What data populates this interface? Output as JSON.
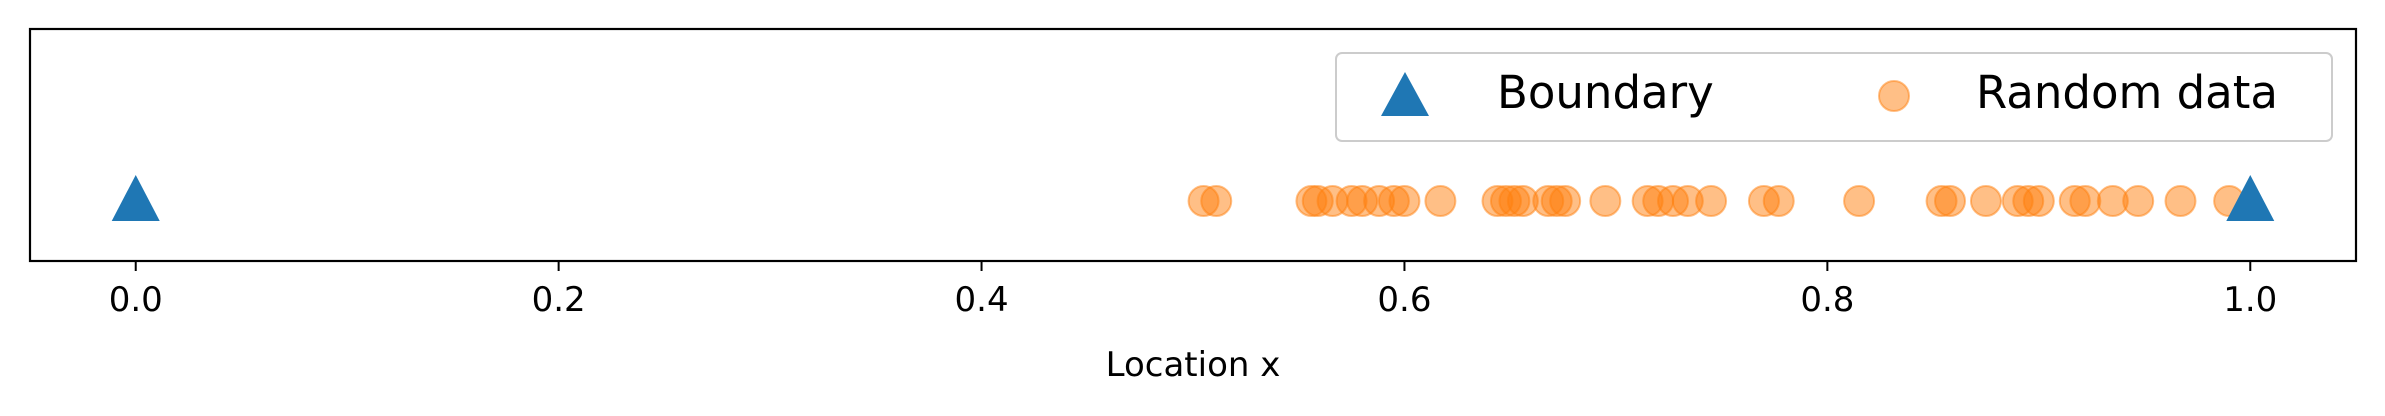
{
  "chart_data": {
    "type": "scatter",
    "title": "",
    "xlabel": "Location x",
    "ylabel": "",
    "xlim": [
      -0.05,
      1.05
    ],
    "xticks": [
      "0.0",
      "0.2",
      "0.4",
      "0.6",
      "0.8",
      "1.0"
    ],
    "xtick_values": [
      0.0,
      0.2,
      0.4,
      0.6,
      0.8,
      1.0
    ],
    "yticks": [],
    "grid": false,
    "legend": {
      "placement": "upper-right",
      "columns": 2
    },
    "series": [
      {
        "name": "Boundary",
        "marker": "triangle",
        "color": "#1f77b4",
        "alpha": 1.0,
        "x": [
          0.0,
          1.0
        ],
        "y": [
          0,
          0
        ]
      },
      {
        "name": "Random data",
        "marker": "circle",
        "color": "#ff7f0e",
        "alpha": 0.5,
        "x": [
          0.505,
          0.511,
          0.556,
          0.559,
          0.566,
          0.575,
          0.58,
          0.588,
          0.595,
          0.6,
          0.617,
          0.644,
          0.648,
          0.652,
          0.656,
          0.668,
          0.672,
          0.676,
          0.695,
          0.715,
          0.72,
          0.727,
          0.734,
          0.745,
          0.77,
          0.777,
          0.815,
          0.854,
          0.858,
          0.875,
          0.89,
          0.895,
          0.9,
          0.917,
          0.922,
          0.935,
          0.947,
          0.967,
          0.99
        ],
        "y": [
          0,
          0,
          0,
          0,
          0,
          0,
          0,
          0,
          0,
          0,
          0,
          0,
          0,
          0,
          0,
          0,
          0,
          0,
          0,
          0,
          0,
          0,
          0,
          0,
          0,
          0,
          0,
          0,
          0,
          0,
          0,
          0,
          0,
          0,
          0,
          0,
          0,
          0,
          0
        ]
      }
    ]
  }
}
